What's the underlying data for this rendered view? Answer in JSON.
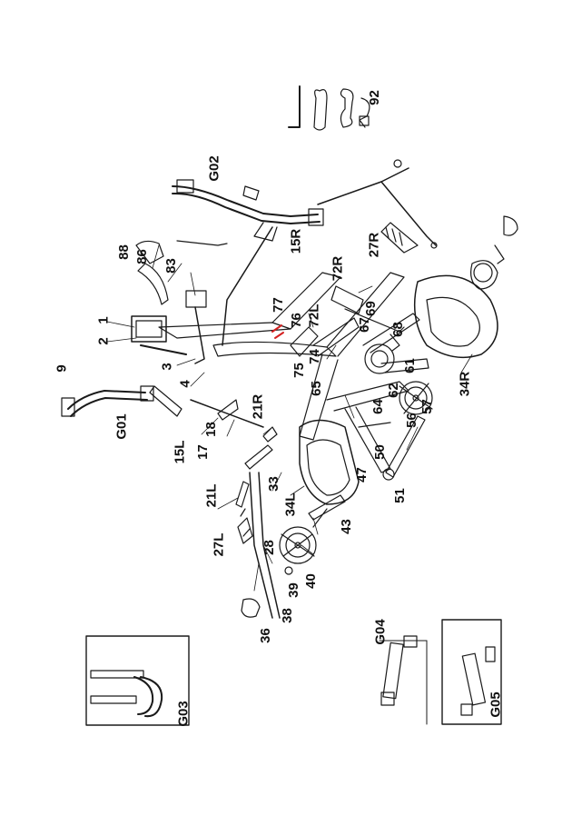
{
  "callouts": {
    "c92": "92",
    "cG02": "G02",
    "c15R": "15R",
    "c27R": "27R",
    "c72R": "72R",
    "c88": "88",
    "c86": "86",
    "c83": "83",
    "c77": "77",
    "c76": "76",
    "c72L": "72L",
    "c1": "1",
    "c2": "2",
    "c9": "9",
    "c3": "3",
    "c4": "4",
    "c67": "67",
    "c69": "69",
    "c68": "68",
    "c75": "75",
    "c74": "74",
    "c65": "65",
    "c61": "61",
    "c62": "62",
    "c64": "64",
    "c57": "57",
    "c56": "56",
    "c34R": "34R",
    "cG01": "G01",
    "c15L": "15L",
    "c17": "17",
    "c18": "18",
    "c21R": "21R",
    "c21L": "21L",
    "c33": "33",
    "c34L": "34L",
    "c50": "50",
    "c47": "47",
    "c51": "51",
    "c27L": "27L",
    "c28": "28",
    "c43": "43",
    "c40": "40",
    "c39": "39",
    "c38": "38",
    "c36": "36",
    "cG03": "G03",
    "cG04": "G04",
    "cG05": "G05"
  },
  "colors": {
    "line": "#1a1a1a",
    "accent": "#d42020"
  }
}
